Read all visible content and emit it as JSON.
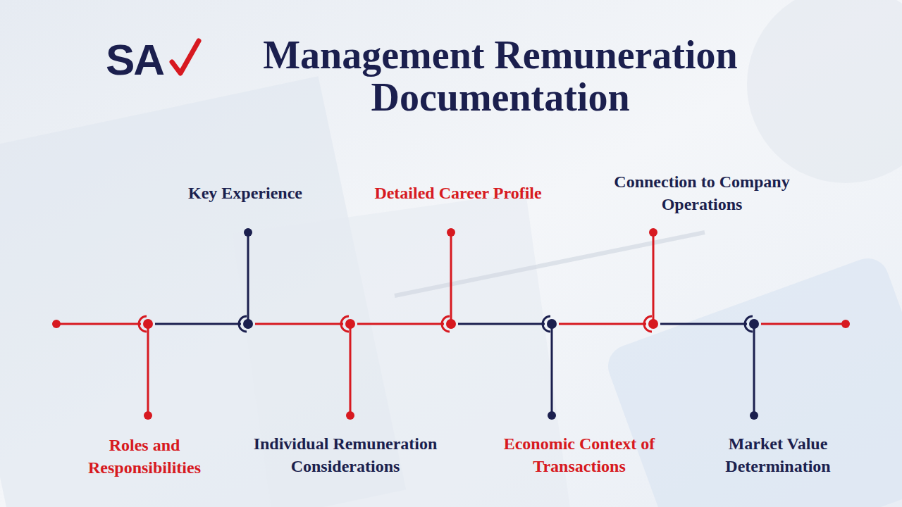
{
  "diagram": {
    "title": "Management Remuneration Documentation",
    "labels": [
      "SA",
      "Roles and Responsibilities",
      "Key Experience",
      "Individual Remuneration Considerations",
      "Detailed Career Profile",
      "Economic Context of Transactions",
      "Connection to Company Operations",
      "Market Value Determination"
    ]
  }
}
